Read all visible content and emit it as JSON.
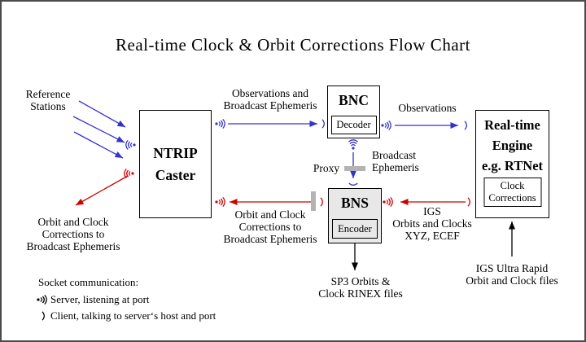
{
  "title": "Real-time Clock & Orbit Corrections Flow Chart",
  "colors": {
    "blue": "#3333cc",
    "red": "#cc0000",
    "black": "#000000",
    "proxy_bar": "#b3b3b3",
    "bns_fill": "#e8e8e8",
    "frame": "#4a4a4a"
  },
  "boxes": {
    "ntrip_caster": {
      "label": "NTRIP\nCaster"
    },
    "bnc": {
      "label": "BNC",
      "sub": "Decoder"
    },
    "bns": {
      "label": "BNS",
      "sub": "Encoder"
    },
    "engine": {
      "label": "Real-time\nEngine\ne.g. RTNet",
      "sub": "Clock\nCorrections"
    }
  },
  "labels": {
    "reference_stations": "Reference\nStations",
    "obs_and_brdc": "Observations and\nBroadcast Ephemeris",
    "observations": "Observations",
    "broadcast_ephemeris": "Broadcast\nEphemeris",
    "proxy": "Proxy",
    "corrections_left": "Orbit and Clock\nCorrections to\nBroadcast Ephemeris",
    "corrections_mid": "Orbit and Clock\nCorrections to\nBroadcast Ephemeris",
    "igs_orbits": "IGS\nOrbits and Clocks\nXYZ, ECEF",
    "sp3_files": "SP3 Orbits &\nClock RINEX files",
    "igs_ultra": "IGS Ultra Rapid\nOrbit and Clock files"
  },
  "legend": {
    "title": "Socket communication:",
    "server": "Server, listening at port",
    "client": "Client, talking to server‘s host and port"
  }
}
